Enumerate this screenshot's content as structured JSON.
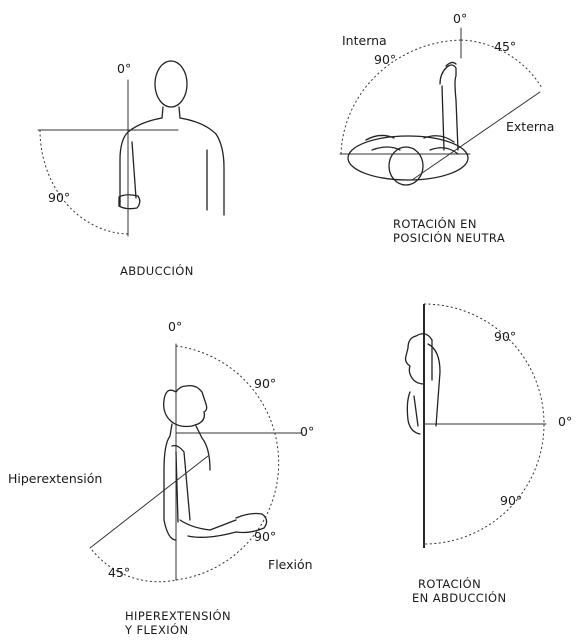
{
  "abduction": {
    "deg_top": "0°",
    "deg_arc": "90°",
    "caption": "ABDUCCIÓN"
  },
  "neutral_rotation": {
    "deg_top": "0°",
    "interna": "Interna",
    "deg_internal": "90°",
    "deg_external": "45°",
    "externa": "Externa",
    "caption_line1": "ROTACIÓN EN",
    "caption_line2": "POSICIÓN NEUTRA"
  },
  "hyperextension_flexion": {
    "deg_top": "0°",
    "deg_upper": "90°",
    "deg_side": "0°",
    "hiperextension": "Hiperextensión",
    "deg_flex": "90°",
    "deg_hyper": "45°",
    "flexion": "Flexión",
    "caption_line1": "HIPEREXTENSIÓN",
    "caption_line2": "Y FLEXIÓN"
  },
  "abduction_rotation": {
    "deg_upper": "90°",
    "deg_side": "0°",
    "deg_lower": "90°",
    "caption_line1": "ROTACIÓN",
    "caption_line2": "EN ABDUCCIÓN"
  }
}
